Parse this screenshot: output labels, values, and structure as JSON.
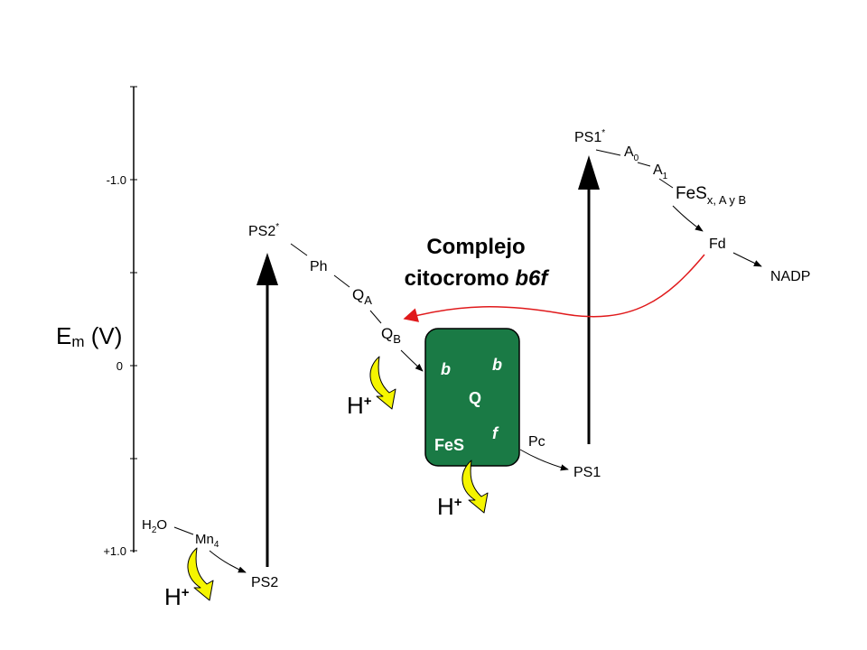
{
  "axis": {
    "title_main": "E",
    "title_sub": "m",
    "title_unit": " (V)",
    "ticks": [
      {
        "label": "-1.0",
        "value": -1.0
      },
      {
        "label": "0",
        "value": 0
      },
      {
        "label": "+1.0",
        "value": 1.0
      }
    ]
  },
  "title": {
    "line1": "Complejo",
    "line2_prefix": "citocromo ",
    "line2_italic": "b6f"
  },
  "ps2": {
    "h2o_h": "H",
    "h2o_sub": "2",
    "h2o_o": "O",
    "mn_main": "Mn",
    "mn_sub": "4",
    "ps2": "PS2",
    "ps2_excited": "PS2",
    "star": "*",
    "ph": "Ph",
    "qa_main": "Q",
    "qa_sub": "A",
    "qb_main": "Q",
    "qb_sub": "B"
  },
  "complex": {
    "b1": "b",
    "b2": "b",
    "q": "Q",
    "f": "f",
    "fes": "FeS",
    "fill_color": "#1a7a45"
  },
  "ps1": {
    "pc": "Pc",
    "ps1": "PS1",
    "ps1_excited": "PS1",
    "star": "*",
    "a0_main": "A",
    "a0_sub": "0",
    "a1_main": "A",
    "a1_sub": "1",
    "fes_main": "FeS",
    "fes_sub": "x, A y B",
    "fd": "Fd",
    "nadp": "NADP"
  },
  "protons": {
    "h_label": "H",
    "plus": "+",
    "arrow_color": "#f5f500"
  },
  "cyclic_arrow_color": "#e0191b"
}
